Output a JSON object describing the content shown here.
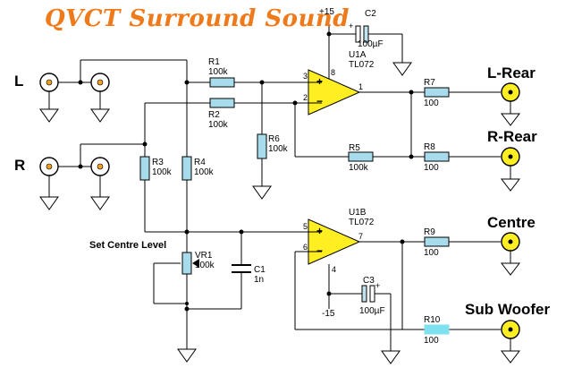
{
  "title": "QVCT Surround Sound",
  "inputs": {
    "left": "L",
    "right": "R"
  },
  "outputs": {
    "lrear": "L-Rear",
    "rrear": "R-Rear",
    "centre": "Centre",
    "sub": "Sub Woofer"
  },
  "set_centre_level": "Set Centre Level",
  "rails": {
    "pos": "+15",
    "neg": "-15"
  },
  "opamps": {
    "u1a": {
      "ref": "U1A",
      "part": "TL072"
    },
    "u1b": {
      "ref": "U1B",
      "part": "TL072"
    }
  },
  "pins": {
    "p1": "1",
    "p2": "2",
    "p3": "3",
    "p4": "4",
    "p5": "5",
    "p6": "6",
    "p7": "7",
    "p8": "8"
  },
  "signs": {
    "plus": "+",
    "minus": "−"
  },
  "components": {
    "r1": {
      "ref": "R1",
      "value": "100k"
    },
    "r2": {
      "ref": "R2",
      "value": "100k"
    },
    "r3": {
      "ref": "R3",
      "value": "100k"
    },
    "r4": {
      "ref": "R4",
      "value": "100k"
    },
    "r5": {
      "ref": "R5",
      "value": "100k"
    },
    "r6": {
      "ref": "R6",
      "value": "100k"
    },
    "r7": {
      "ref": "R7",
      "value": "100"
    },
    "r8": {
      "ref": "R8",
      "value": "100"
    },
    "r9": {
      "ref": "R9",
      "value": "100"
    },
    "r10": {
      "ref": "R10",
      "value": "100"
    },
    "vr1": {
      "ref": "VR1",
      "value": "100k"
    },
    "c1": {
      "ref": "C1",
      "value": "1n"
    },
    "c2": {
      "ref": "C2",
      "value": "100µF"
    },
    "c3": {
      "ref": "C3",
      "value": "100µF"
    }
  },
  "colors": {
    "resistor": "#a8dcec",
    "resistor_highlight": "#7fe0f0",
    "opamp": "#ffee22",
    "jack_center": "#f0a020",
    "title": "#f07a1a"
  }
}
